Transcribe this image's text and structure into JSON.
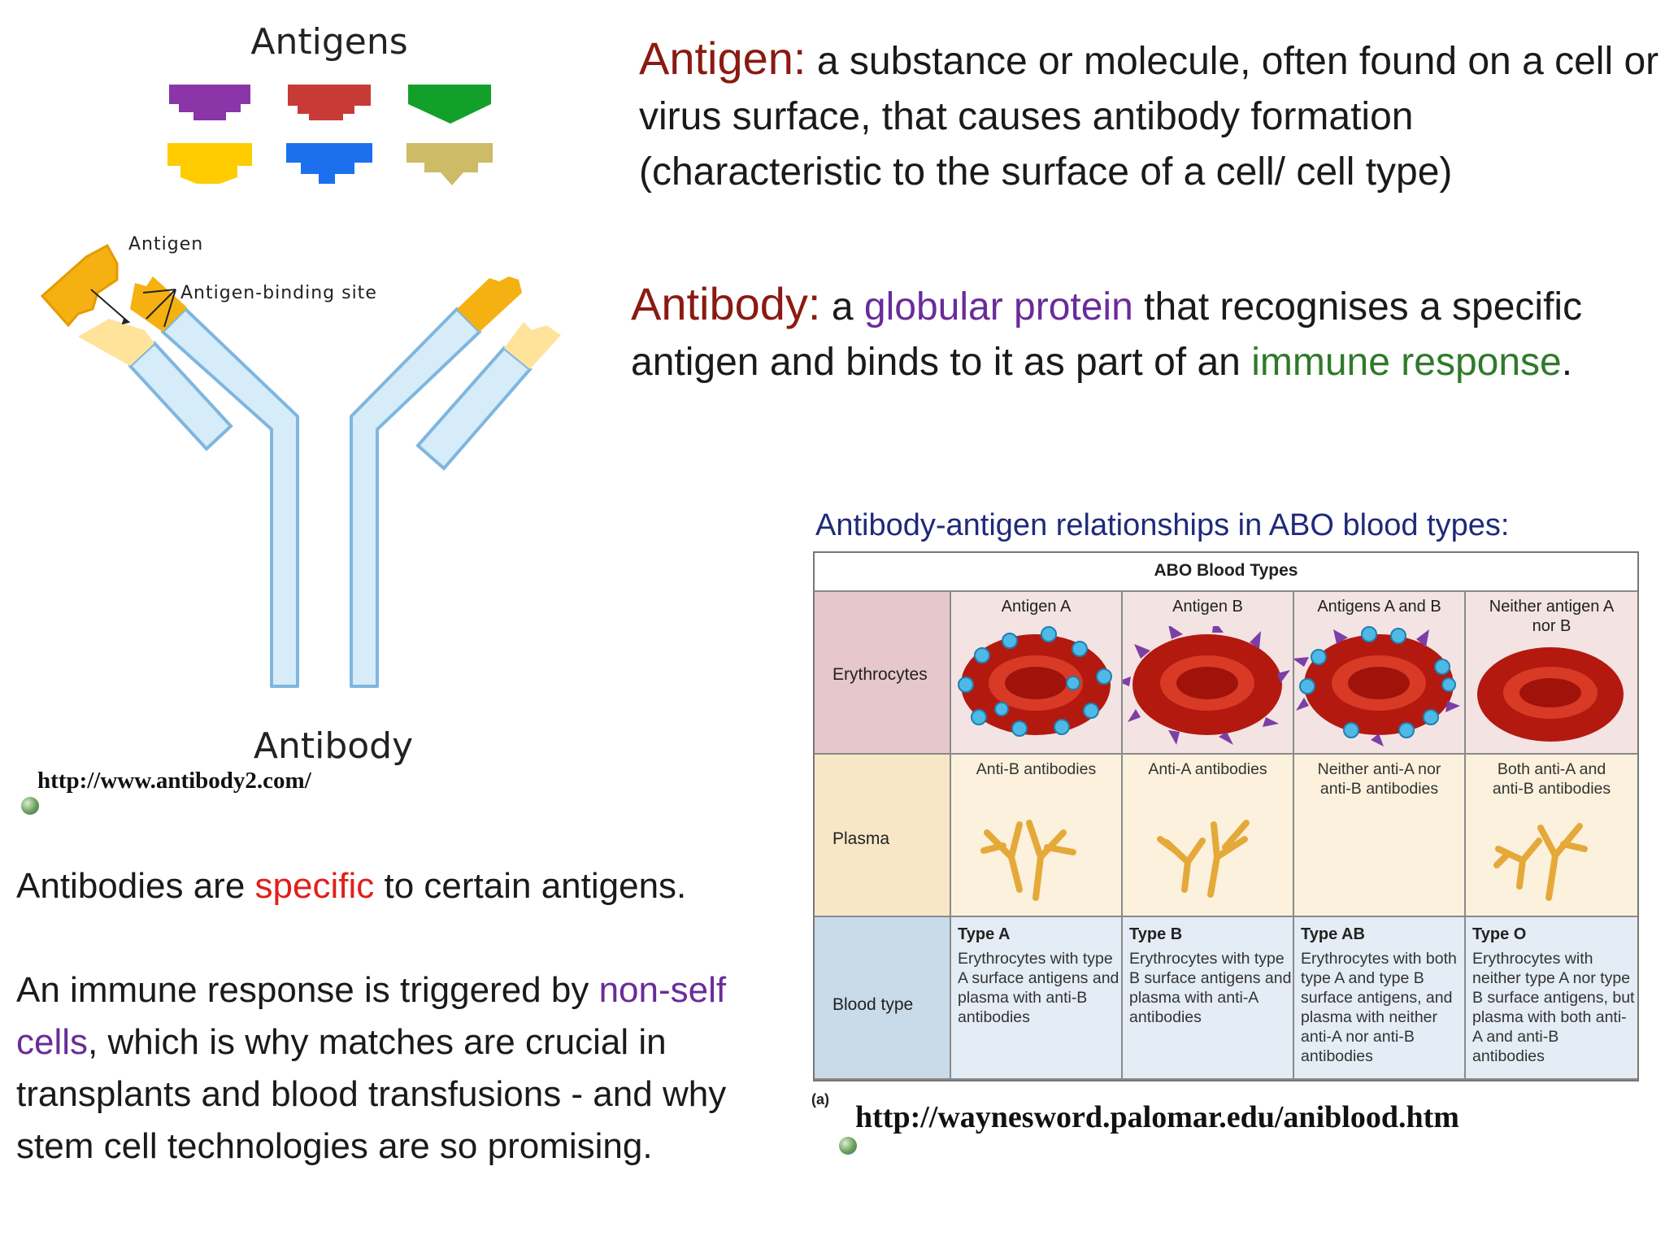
{
  "antigens_title": "Antigens",
  "antigen_swatch_colors": [
    "#8a35a8",
    "#c83a35",
    "#13a02a",
    "#ffcc00",
    "#1c70ee",
    "#cdbb66"
  ],
  "diagram_labels": {
    "antigen": "Antigen",
    "binding_site": "Antigen-binding site",
    "antibody": "Antibody"
  },
  "left_source": "http://www.antibody2.com/",
  "antigen_def": {
    "term": "Antigen:",
    "text": "a substance or molecule, often found on a cell or virus surface, that causes antibody formation (characteristic to the surface of a cell/ cell type)"
  },
  "antibody_def": {
    "term": "Antibody:",
    "pre": "a",
    "hl1": "globular protein",
    "mid": "that recognises a specific antigen and binds to it as part of an",
    "hl2": "immune response",
    "post": "."
  },
  "specific": {
    "pre": "Antibodies are",
    "hl": "specific",
    "post": "to certain antigens."
  },
  "immune": {
    "pre": "An immune response is triggered by",
    "hl": "non-self cells",
    "post": ", which is why matches are crucial in transplants and blood transfusions - and why stem cell technologies are so promising."
  },
  "abo": {
    "caption": "Antibody-antigen relationships in ABO blood types:",
    "title": "ABO Blood Types",
    "row_labels": [
      "Erythrocytes",
      "Plasma",
      "Blood type"
    ],
    "columns": [
      {
        "antigen": "Antigen A",
        "antibodies": "Anti-B antibodies",
        "type": "Type A",
        "desc": "Erythrocytes with type A surface antigens and plasma with anti-B antibodies"
      },
      {
        "antigen": "Antigen B",
        "antibodies": "Anti-A antibodies",
        "type": "Type B",
        "desc": "Erythrocytes with type B surface antigens and plasma with anti-A antibodies"
      },
      {
        "antigen": "Antigens A and B",
        "antibodies": "Neither anti-A nor anti-B antibodies",
        "type": "Type AB",
        "desc": "Erythrocytes with both type A and type B surface antigens, and plasma with neither anti-A nor anti-B antibodies"
      },
      {
        "antigen": "Neither antigen A nor B",
        "antibodies": "Both anti-A and anti-B antibodies",
        "type": "Type O",
        "desc": "Erythrocytes with neither type A nor type B surface antigens, but plasma with both anti-A and anti-B antibodies"
      }
    ],
    "figure_label": "(a)",
    "source": "http://waynesword.palomar.edu/aniblood.htm"
  }
}
